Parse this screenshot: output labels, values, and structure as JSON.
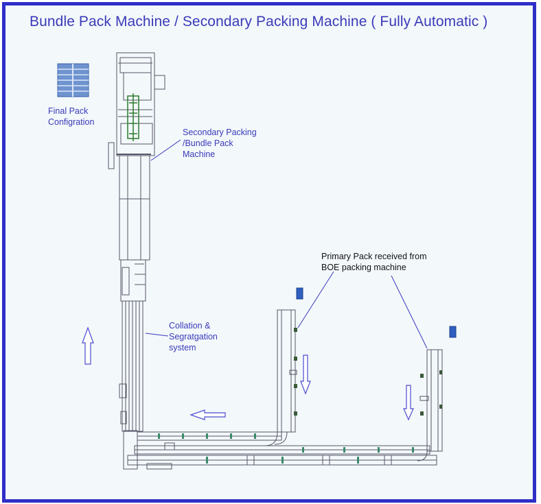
{
  "title": "Bundle Pack Machine / Secondary Packing Machine  ( Fully Automatic  )",
  "labels": {
    "final_pack": "Final Pack\nConfigration",
    "secondary": "Secondary Packing\n/Bundle Pack\nMachine",
    "collation": "Collation &\nSegratgation\nsystem",
    "primary": "Primary Pack received from\nBOE packing machine"
  },
  "colors": {
    "frame": "#2f2fc8",
    "text": "#3a3ab8",
    "pack_blue": "#2f5fbf",
    "arrow": "#4a4ad0",
    "line": "#555566"
  }
}
